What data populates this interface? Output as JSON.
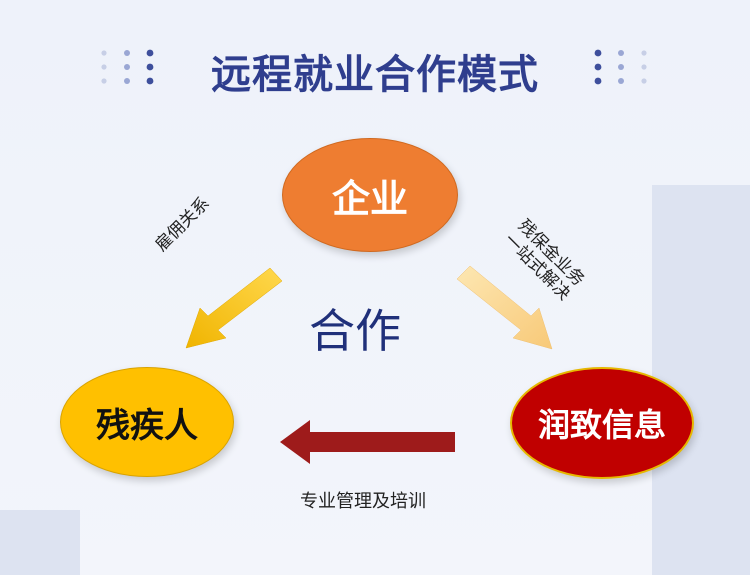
{
  "title": "远程就业合作模式",
  "center_label": "合作",
  "nodes": {
    "enterprise": "企业",
    "disabled": "残疾人",
    "runzhi": "润致信息"
  },
  "edge_labels": {
    "employment": "雇佣关系",
    "one_stop_line1": "残保金业务",
    "one_stop_line2": "一站式解决",
    "management": "专业管理及培训"
  },
  "colors": {
    "title": "#2f3e8e",
    "enterprise": "#ee7d31",
    "disabled": "#ffc000",
    "runzhi": "#c00000",
    "arrow_left": "#f5c01a",
    "arrow_right": "#fbd68a",
    "arrow_bottom": "#9e1b1b"
  }
}
